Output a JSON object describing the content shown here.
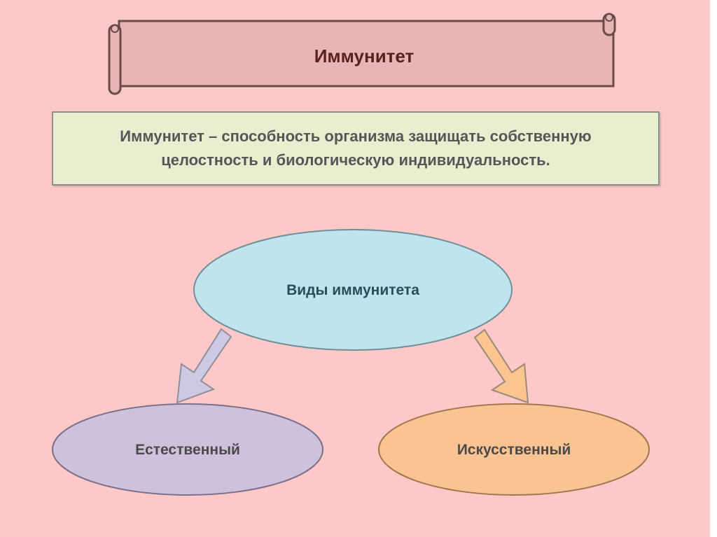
{
  "title": "Иммунитет",
  "definition": {
    "lines": [
      "Иммунитет – способность организма защищать собственную",
      "целостность и биологическую индивидуальность."
    ]
  },
  "diagram": {
    "root": {
      "label": "Виды иммунитета",
      "color": "#bfe4ec"
    },
    "children": [
      {
        "label": "Естественный",
        "color": "#cfc0dc",
        "arrow_color": "#cec9e2"
      },
      {
        "label": "Искусственный",
        "color": "#f9c394",
        "arrow_color": "#fbc58f"
      }
    ]
  },
  "colors": {
    "background": "#fdc9c8",
    "scroll_fill": "#e7b6b4",
    "definition_fill": "#e7efd0",
    "title_text": "#5a1f1f",
    "root_text": "#2a4c5b",
    "child_text": "#4a4a4a"
  }
}
